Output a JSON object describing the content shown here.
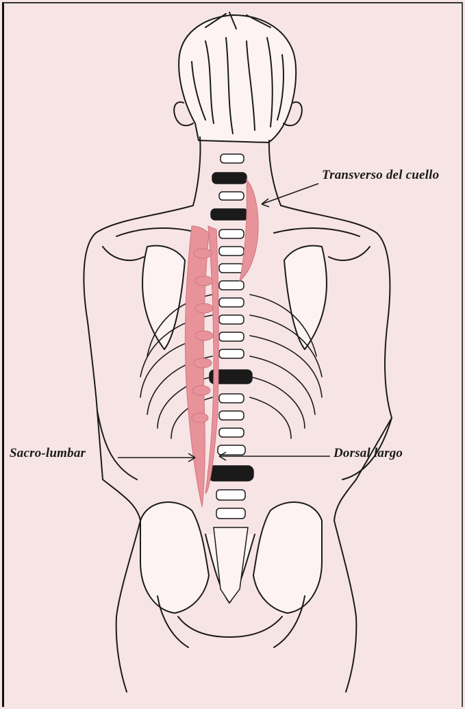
{
  "labels": {
    "transverso": "Transverso del cuello",
    "sacro": "Sacro-lumbar",
    "dorsal": "Dorsal largo"
  },
  "colors": {
    "background": "#f7e4e4",
    "muscle": "#e8929a",
    "ink": "#1a1a1a"
  }
}
